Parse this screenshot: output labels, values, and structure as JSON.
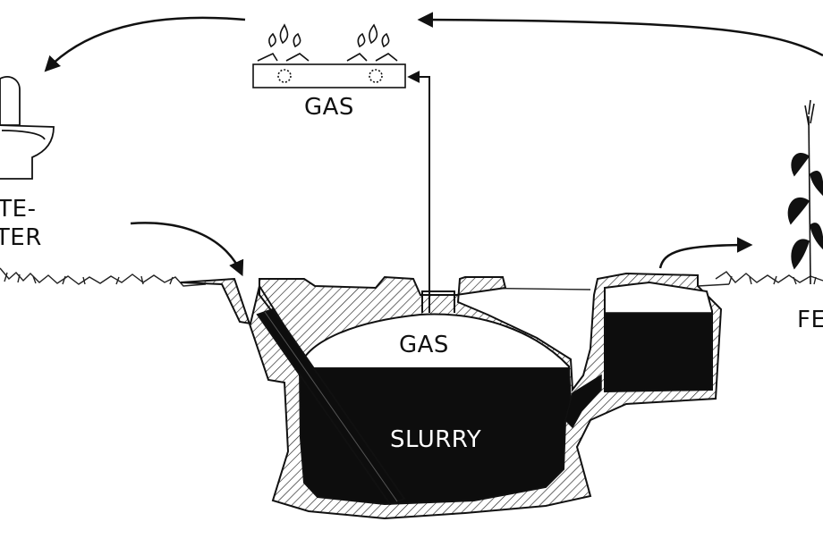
{
  "labels": {
    "gas_top": "GAS",
    "waste_line1": "ASTE-",
    "waste_line2": "VATER",
    "gas_digester": "GAS",
    "slurry": "SLURRY",
    "fertilizer": "FE"
  },
  "icons": [
    "toilet-icon",
    "gas-stove-icon",
    "corn-plant-icon",
    "flow-arrow-icon"
  ],
  "colors": {
    "ink": "#111111",
    "slurry": "#0d0d0d",
    "background": "#ffffff"
  }
}
